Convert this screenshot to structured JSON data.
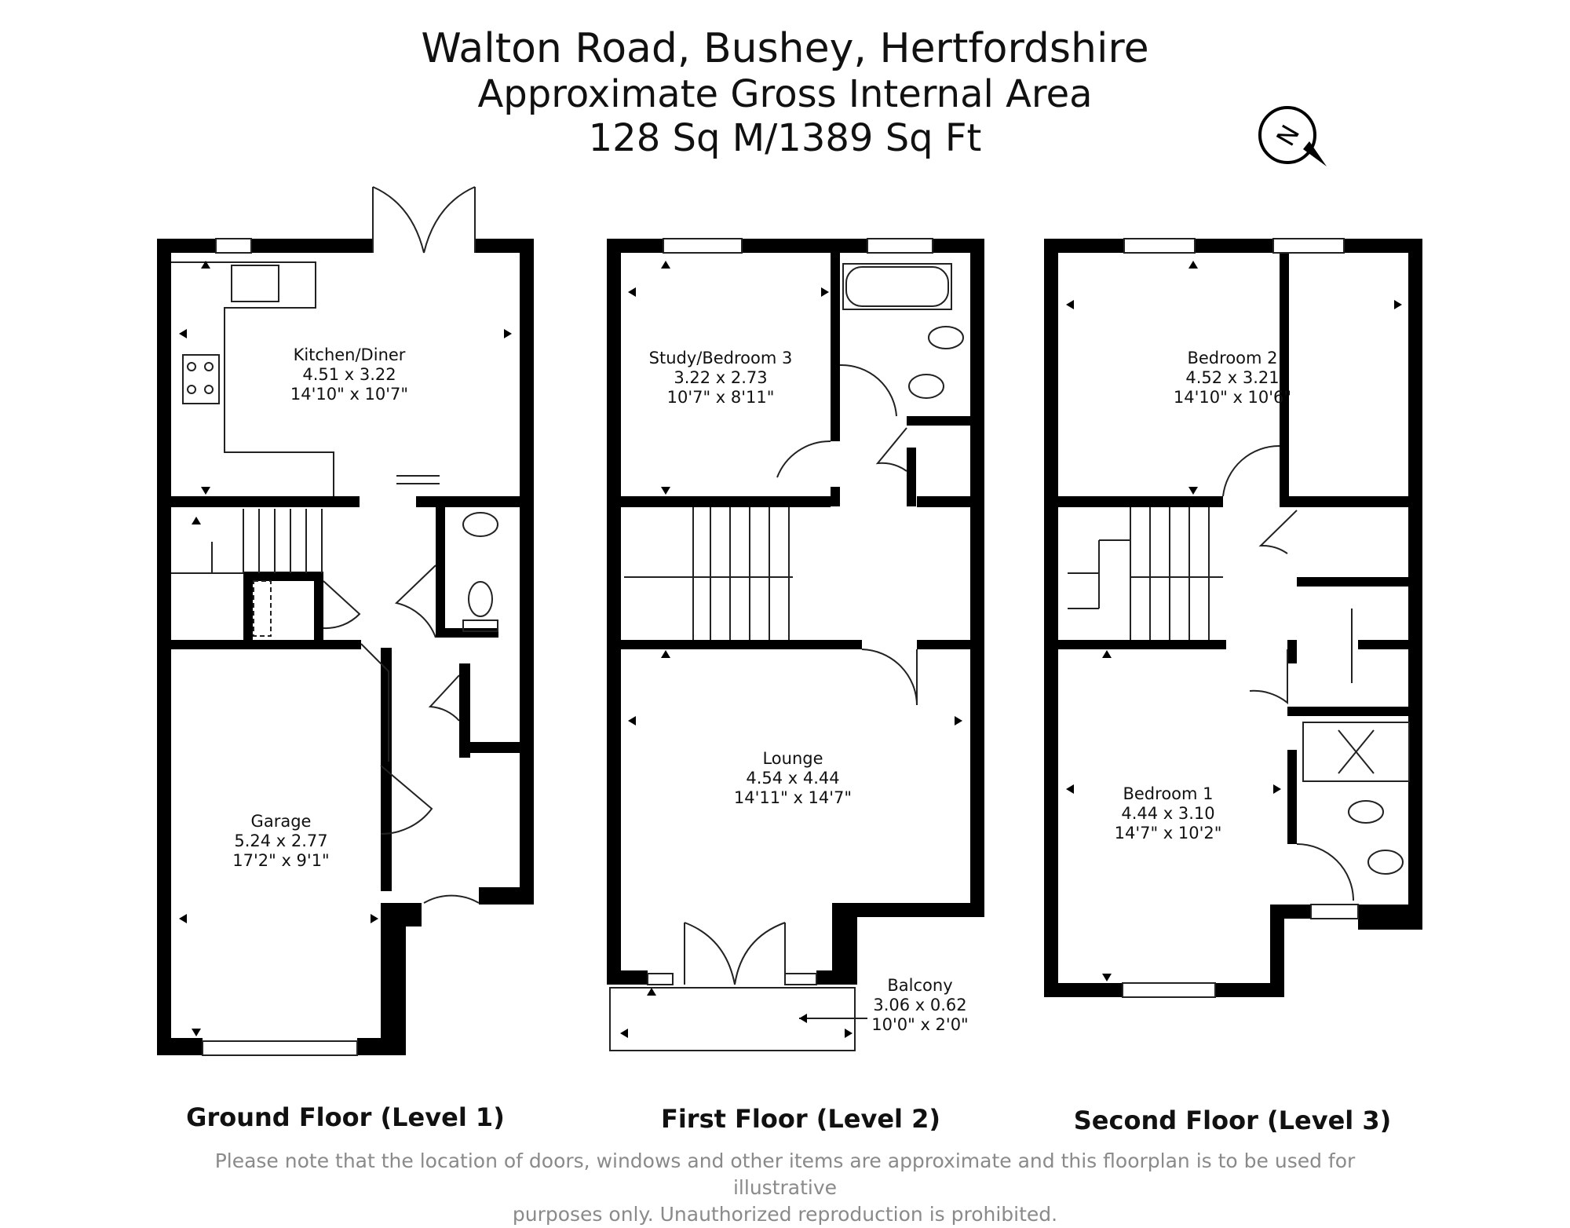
{
  "header": {
    "address": "Walton Road, Bushey, Hertfordshire",
    "area_title": "Approximate Gross Internal Area",
    "area_value": "128 Sq M/1389 Sq Ft"
  },
  "compass": {
    "icon": "north-arrow-icon",
    "letter": "N"
  },
  "floors": [
    {
      "label": "Ground Floor (Level 1)"
    },
    {
      "label": "First Floor (Level 2)"
    },
    {
      "label": "Second Floor (Level 3)"
    }
  ],
  "rooms": {
    "kitchen": {
      "name": "Kitchen/Diner",
      "metric": "4.51 x 3.22",
      "imperial": "14'10\" x 10'7\""
    },
    "garage": {
      "name": "Garage",
      "metric": "5.24 x 2.77",
      "imperial": "17'2\" x 9'1\""
    },
    "study": {
      "name": "Study/Bedroom 3",
      "metric": "3.22 x 2.73",
      "imperial": "10'7\" x 8'11\""
    },
    "lounge": {
      "name": "Lounge",
      "metric": "4.54 x 4.44",
      "imperial": "14'11\" x 14'7\""
    },
    "balcony": {
      "name": "Balcony",
      "metric": "3.06 x 0.62",
      "imperial": "10'0\" x 2'0\""
    },
    "bedroom2": {
      "name": "Bedroom 2",
      "metric": "4.52 x 3.21",
      "imperial": "14'10\" x 10'6\""
    },
    "bedroom1": {
      "name": "Bedroom 1",
      "metric": "4.44 x 3.10",
      "imperial": "14'7\" x 10'2\""
    }
  },
  "disclaimer": {
    "line1": "Please note that the location of doors, windows and other items are approximate and this floorplan is to be used for illustrative",
    "line2": "purposes only. Unauthorized reproduction is prohibited."
  },
  "colors": {
    "wall": "#000000",
    "line": "#222222",
    "text": "#111111",
    "disclaimer": "#8a8a8a"
  }
}
